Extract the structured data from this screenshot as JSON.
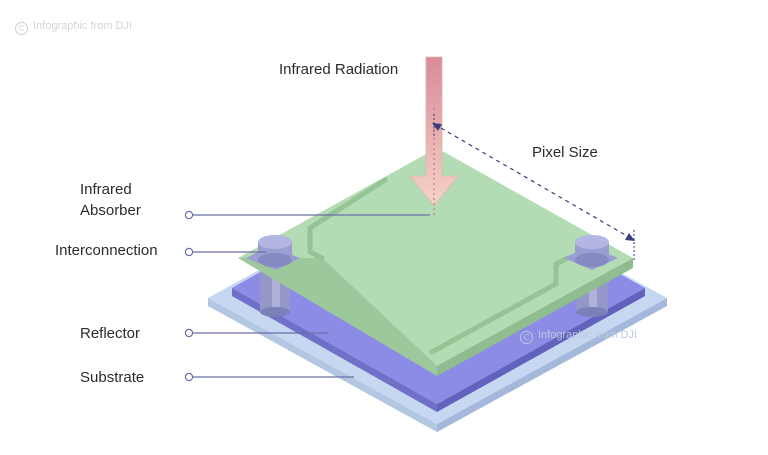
{
  "watermark": {
    "text": "Infographic from DJI",
    "icon": "copyright-icon"
  },
  "labels": {
    "radiation": "Infrared Radiation",
    "pixel_size": "Pixel Size",
    "absorber_line1": "Infrared",
    "absorber_line2": "Absorber",
    "interconnection": "Interconnection",
    "reflector": "Reflector",
    "substrate": "Substrate"
  },
  "colors": {
    "absorber": "#b4dcb4",
    "reflector": "#8c8ce6",
    "substrate": "#c6d7f2",
    "post": "#a5a7d6",
    "arrow_top": "#d98a98",
    "arrow_bottom": "#f4d4c8",
    "leader": "#6a6fa6"
  }
}
